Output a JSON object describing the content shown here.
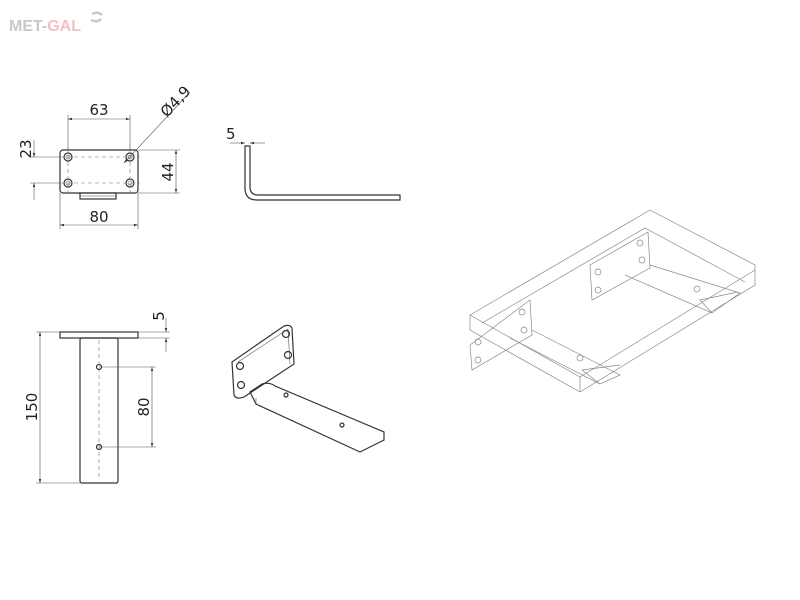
{
  "logo": {
    "part1": "MET-",
    "part2": "GAL",
    "color1": "#c8c8c8",
    "color2": "#f2c0c0"
  },
  "front_view": {
    "width_holes": "63",
    "hole_diameter": "Ø4,9",
    "hole_offset": "23",
    "height": "44",
    "width": "80"
  },
  "side_view": {
    "thickness": "5"
  },
  "top_view": {
    "length": "150",
    "hole_spacing": "80",
    "thickness": "5"
  }
}
